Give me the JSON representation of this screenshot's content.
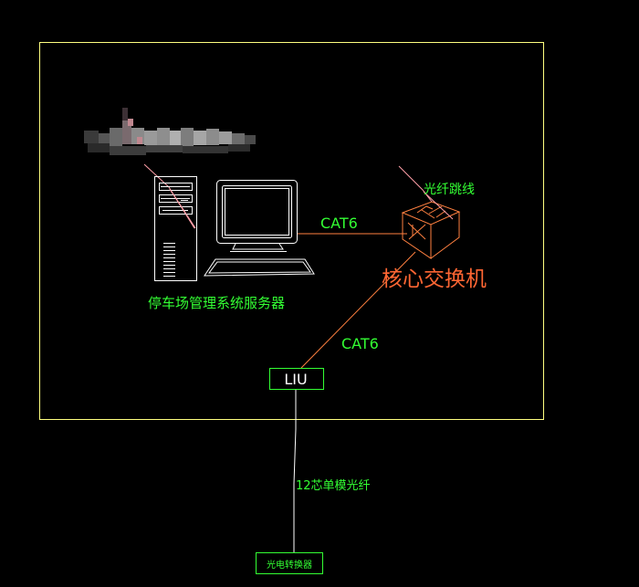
{
  "colors": {
    "background": "#000000",
    "frame": "#ffff80",
    "equipment": "#ffffff",
    "cable_orange": "#ff8040",
    "cable_pink": "#ff9fa8",
    "label_green": "#33ff33",
    "switch_label": "#ff6633",
    "fiber_white": "#ffffff"
  },
  "labels": {
    "server": "停车场管理系统服务器",
    "core_switch": "核心交换机",
    "fiber_patch": "光纤跳线",
    "cat6_top": "CAT6",
    "cat6_diag": "CAT6",
    "liu": "LIU",
    "fiber_12core": "12芯单模光纤",
    "converter": "光电转换器"
  },
  "icons": {
    "server": "server-tower-icon",
    "monitor": "monitor-icon",
    "keyboard": "keyboard-icon",
    "switch": "network-switch-icon",
    "redacted": "pixelated-redaction"
  }
}
